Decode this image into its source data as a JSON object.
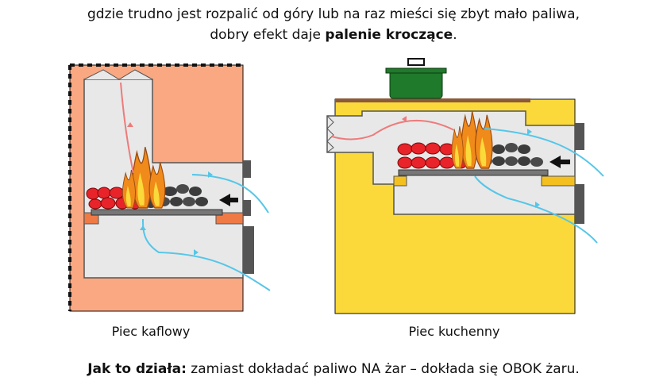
{
  "intro": {
    "line1": "gdzie trudno jest rozpalić od góry lub na raz mieści się zbyt mało paliwa,",
    "line2_prefix": "dobry efekt daje ",
    "line2_bold": "palenie kroczące",
    "line2_suffix": "."
  },
  "diagrams": {
    "left": {
      "caption": "Piec kaflowy"
    },
    "right": {
      "caption": "Piec kuchenny"
    }
  },
  "footer": {
    "label": "Jak to działa:",
    "text": " zamiast dokładać paliwo NA żar – dokłada się OBOK żaru."
  },
  "colors": {
    "tile_stove": "#f9a882",
    "kitchen_stove": "#fbd93a",
    "chamber": "#e8e8e8",
    "air_flow": "#55c6e8",
    "smoke_flow": "#ee7b7b",
    "hot_fuel": "#e8232a",
    "fresh_fuel": "#3c3c3c",
    "pot": "#1f7a2b",
    "hotplate": "#8b5a3a"
  }
}
